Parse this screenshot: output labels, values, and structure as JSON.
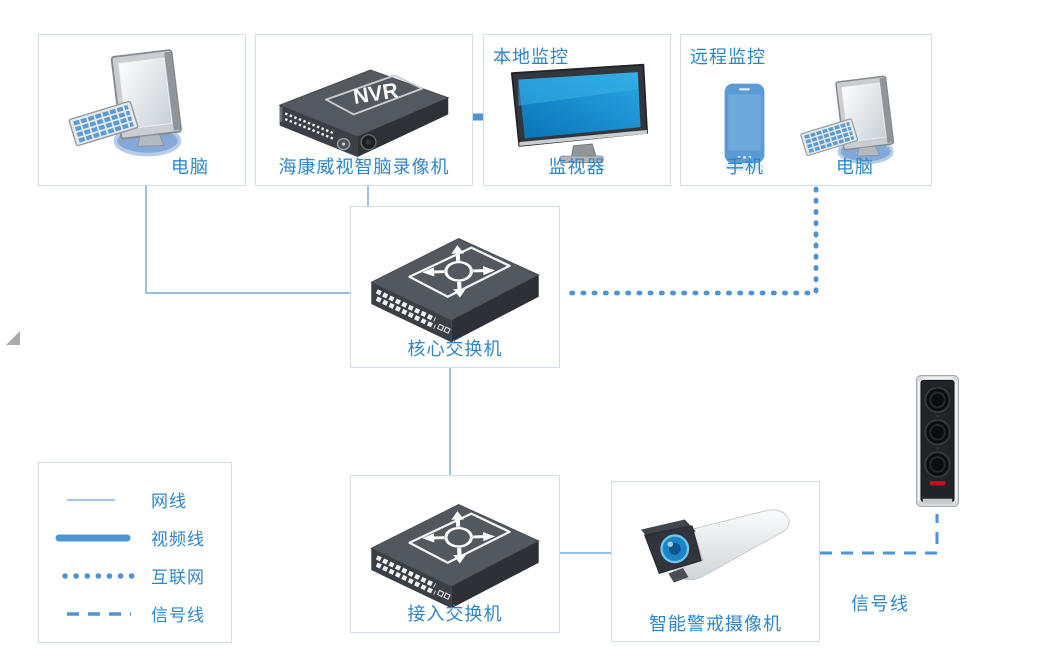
{
  "colors": {
    "label": "#2e86c8",
    "border": "#cdddeb",
    "line-thin": "#74a9d8",
    "line-accent": "#4f93d2",
    "device-dark": "#4a4f55",
    "screen-blue": "#1286cd"
  },
  "nodes": {
    "pc_left": {
      "label": "电脑"
    },
    "nvr": {
      "label": "海康威视智脑录像机",
      "badge": "NVR"
    },
    "local": {
      "title": "本地监控",
      "monitor": "监视器"
    },
    "remote": {
      "title": "远程监控",
      "phone": "手机",
      "pc": "电脑"
    },
    "core_switch": {
      "label": "核心交换机"
    },
    "access_switch": {
      "label": "接入交换机"
    },
    "camera": {
      "label": "智能警戒摄像机"
    },
    "signal_label": "信号线"
  },
  "legend": {
    "items": [
      {
        "type": "solid-thin",
        "label": "网线"
      },
      {
        "type": "solid-thick",
        "label": "视频线"
      },
      {
        "type": "dotted",
        "label": "互联网"
      },
      {
        "type": "dashed",
        "label": "信号线"
      }
    ]
  },
  "connections": [
    {
      "from": "pc_left",
      "to": "core_switch",
      "type": "网线"
    },
    {
      "from": "nvr",
      "to": "core_switch",
      "type": "网线"
    },
    {
      "from": "nvr",
      "to": "local_monitor",
      "type": "视频线"
    },
    {
      "from": "remote_monitor",
      "to": "core_switch",
      "type": "互联网"
    },
    {
      "from": "core_switch",
      "to": "access_switch",
      "type": "网线"
    },
    {
      "from": "access_switch",
      "to": "camera",
      "type": "网线"
    },
    {
      "from": "camera",
      "to": "alarm_speaker",
      "type": "信号线"
    }
  ]
}
